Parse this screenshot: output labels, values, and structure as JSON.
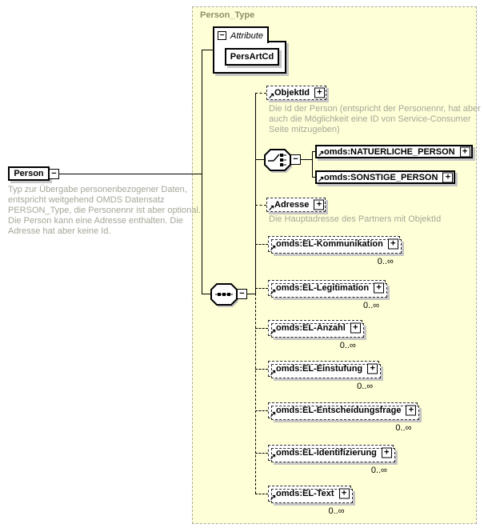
{
  "colors": {
    "container_bg": "#ffffd7",
    "container_border": "#a9a9a9",
    "container_label": "#8f8f66",
    "annotation_text": "#a6a699",
    "shadow": "#c6c6c6"
  },
  "icons": {
    "expand": "+",
    "collapse": "−",
    "reference_arrow": "↗"
  },
  "container": {
    "label": "Person_Type"
  },
  "root": {
    "name": "Person",
    "annotation": "Typ zur Übergabe personenbezogener Daten, entspricht weitgehend OMDS Datensatz PERSON_Type, die Personennr ist aber optional. Die Person kann eine Adresse enthalten. Die Adresse hat aber keine Id."
  },
  "attribute_group": {
    "label": "Attribute",
    "attributes": [
      {
        "name": "PersArtCd"
      }
    ]
  },
  "children": {
    "objektid": {
      "name": "ObjektId",
      "annotation": "Die Id der Person (entspricht der Personennr, hat aber auch die Möglichkeit eine ID von Service-Consumer Seite mitzugeben)"
    },
    "choice": {
      "options": [
        {
          "name": "omds:NATUERLICHE_PERSON"
        },
        {
          "name": "omds:SONSTIGE_PERSON"
        }
      ]
    },
    "adresse": {
      "name": "Adresse",
      "annotation": "Die Hauptadresse des Partners mit ObjektId"
    },
    "el_kommunikation": {
      "name": "omds:EL-Kommunikation",
      "occurs": "0..∞"
    },
    "el_legitimation": {
      "name": "omds:EL-Legitimation",
      "occurs": "0..∞"
    },
    "el_anzahl": {
      "name": "omds:EL-Anzahl",
      "occurs": "0..∞"
    },
    "el_einstufung": {
      "name": "omds:EL-Einstufung",
      "occurs": "0..∞"
    },
    "el_entscheidungsfrage": {
      "name": "omds:EL-Entscheidungsfrage",
      "occurs": "0..∞"
    },
    "el_identifizierung": {
      "name": "omds:EL-Identifizierung",
      "occurs": "0..∞"
    },
    "el_text": {
      "name": "omds:EL-Text",
      "occurs": "0..∞"
    }
  }
}
